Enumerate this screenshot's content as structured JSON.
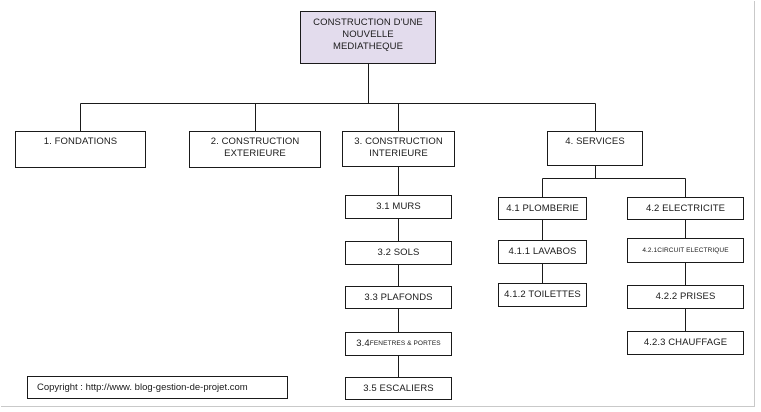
{
  "root": {
    "label": "CONSTRUCTION D'UNE\nNOUVELLE\nMEDIATHEQUE"
  },
  "level1": [
    {
      "label": "1. FONDATIONS"
    },
    {
      "label": "2. CONSTRUCTION\nEXTERIEURE"
    },
    {
      "label": "3. CONSTRUCTION\nINTERIEURE"
    },
    {
      "label": "4. SERVICES"
    }
  ],
  "interieure_children": [
    {
      "label": "3.1 MURS"
    },
    {
      "label": "3.2 SOLS"
    },
    {
      "label": "3.3 PLAFONDS"
    },
    {
      "prefix": "3.4 ",
      "small": "FENETRES & PORTES"
    },
    {
      "label": "3.5 ESCALIERS"
    }
  ],
  "plomberie": {
    "label": "4.1 PLOMBERIE",
    "children": [
      {
        "label": "4.1.1 LAVABOS"
      },
      {
        "label": "4.1.2 TOILETTES"
      }
    ]
  },
  "electricite": {
    "label": "4.2 ELECTRICITE",
    "children": [
      {
        "prefix": "4.2.1 ",
        "small": "CIRCUIT ELECTRIQUE"
      },
      {
        "label": "4.2.2 PRISES"
      },
      {
        "label": "4.2.3 CHAUFFAGE"
      }
    ]
  },
  "footer": {
    "copyright": "Copyright : http://www. blog-gestion-de-projet.com"
  },
  "colors": {
    "root_fill": "#e3dced",
    "line": "#1a1a1a"
  }
}
